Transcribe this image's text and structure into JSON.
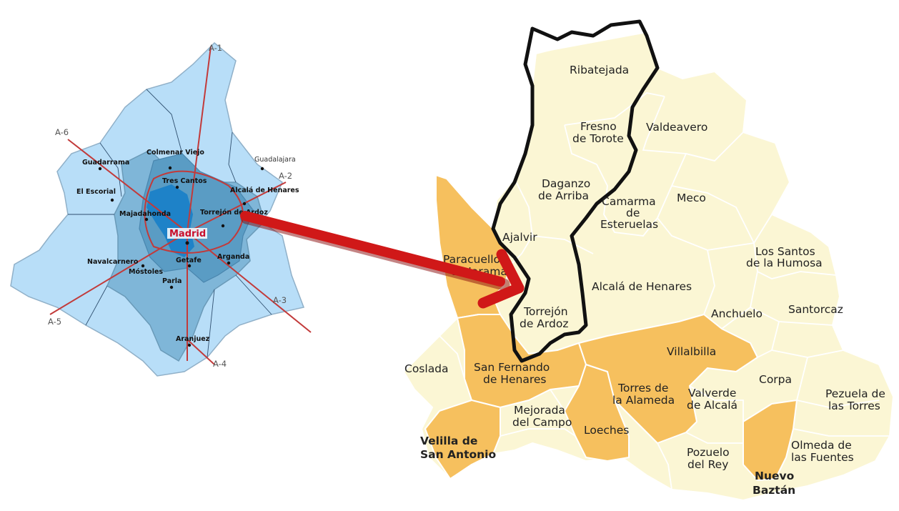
{
  "left_map": {
    "roads": [
      {
        "id": "a1",
        "label": "A-1"
      },
      {
        "id": "a2",
        "label": "A-2"
      },
      {
        "id": "a3",
        "label": "A-3"
      },
      {
        "id": "a4",
        "label": "A-4"
      },
      {
        "id": "a5",
        "label": "A-5"
      },
      {
        "id": "a6",
        "label": "A-6"
      }
    ],
    "center": "Madrid",
    "towns": [
      "Colmenar Viejo",
      "Guadarrama",
      "Tres Cantos",
      "El Escorial",
      "Alcalá de Henares",
      "Majadahonda",
      "Torrejón de Ardoz",
      "Navalcarnero",
      "Móstoles",
      "Getafe",
      "Arganda",
      "Parla",
      "Aranjuez",
      "Guadalajara"
    ]
  },
  "right_map": {
    "municipalities": {
      "ribatejada": "Ribatejada",
      "fresno_l1": "Fresno",
      "fresno_l2": "de Torote",
      "valdeavero": "Valdeavero",
      "daganzo_l1": "Daganzo",
      "daganzo_l2": "de Arriba",
      "camarma_l1": "Camarma",
      "camarma_l2": "de",
      "camarma_l3": "Esteruelas",
      "meco": "Meco",
      "ajalvir": "Ajalvir",
      "paracuellos_l1": "Paracuellos",
      "paracuellos_l2": "de Jarama",
      "santos_l1": "Los Santos",
      "santos_l2": "de la Humosa",
      "alcala": "Alcalá de Henares",
      "torrejon_l1": "Torrejón",
      "torrejon_l2": "de Ardoz",
      "anchuelo": "Anchuelo",
      "santorcaz": "Santorcaz",
      "villalbilla": "Villalbilla",
      "coslada": "Coslada",
      "sanfernando_l1": "San Fernando",
      "sanfernando_l2": "de Henares",
      "corpa": "Corpa",
      "torres_l1": "Torres de",
      "torres_l2": "la Alameda",
      "valverde_l1": "Valverde",
      "valverde_l2": "de Alcalá",
      "pezuela_l1": "Pezuela de",
      "pezuela_l2": "las Torres",
      "mejorada_l1": "Mejorada",
      "mejorada_l2": "del Campo",
      "loeches": "Loeches",
      "velilla_l1": "Velilla de",
      "velilla_l2": "San Antonio",
      "olmeda_l1": "Olmeda de",
      "olmeda_l2": "las Fuentes",
      "pozuelo_l1": "Pozuelo",
      "pozuelo_l2": "del Rey",
      "nuevo_l1": "Nuevo",
      "nuevo_l2": "Baztán"
    }
  },
  "colors": {
    "region_light": "#b8def8",
    "region_mid": "#7fb6d8",
    "region_inner": "#5a9cc4",
    "city": "#1e82c8",
    "road": "#c23a3a",
    "muni_fill": "#fbf6d4",
    "muni_highlight": "#f6c05e",
    "arrow": "#d01818"
  }
}
